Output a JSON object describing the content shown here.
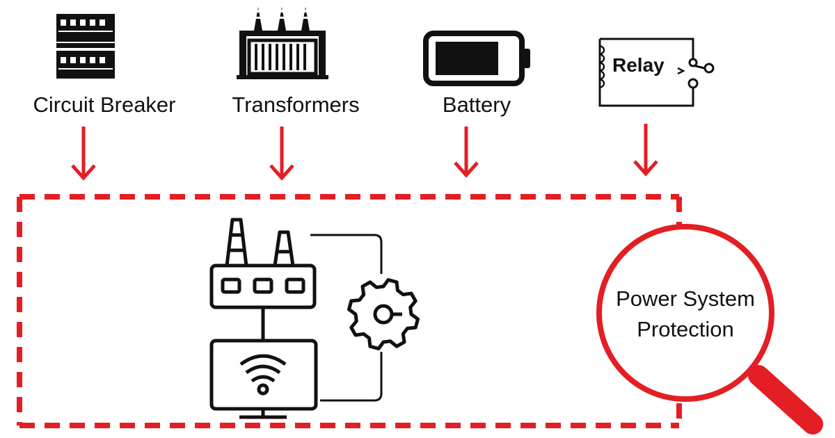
{
  "components": [
    {
      "label": "Circuit Breaker",
      "icon": "circuit-breaker-icon"
    },
    {
      "label": "Transformers",
      "icon": "transformer-icon"
    },
    {
      "label": "Battery",
      "icon": "battery-icon"
    },
    {
      "label": "Relay",
      "icon": "relay-icon"
    }
  ],
  "center": {
    "title_line1": "Power System",
    "title_line2": "Protection",
    "icon": "magnifier-icon"
  },
  "center_icons": [
    "factory-icon",
    "gear-icon",
    "monitor-wifi-icon"
  ],
  "colors": {
    "accent": "#e31e24",
    "ink": "#111111",
    "background": "#ffffff"
  }
}
